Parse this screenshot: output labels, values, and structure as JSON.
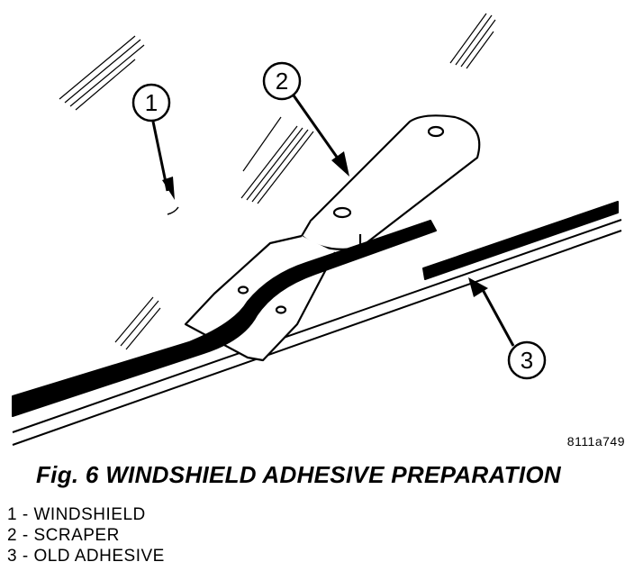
{
  "figure_id": "8111a749",
  "caption": "Fig. 6 WINDSHIELD ADHESIVE PREPARATION",
  "callouts": [
    "1",
    "2",
    "3"
  ],
  "legend": [
    "1 - WINDSHIELD",
    "2 - SCRAPER",
    "3 - OLD ADHESIVE"
  ]
}
